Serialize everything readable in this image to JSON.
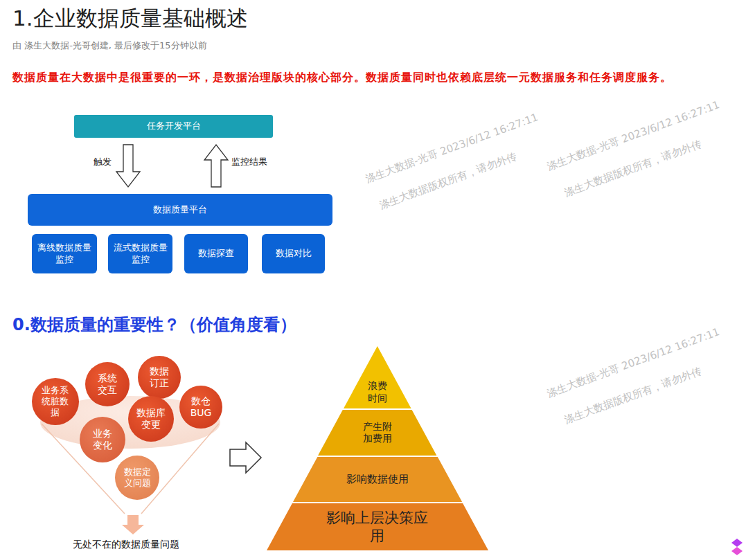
{
  "diagram": {
    "title": "1.企业数据质量基础概述",
    "nodes": [
      {
        "text": [
          "任务开发平台"
        ]
      },
      {
        "text": [
          "数据质量平台"
        ]
      },
      {
        "text": [
          "离线数据质量监控"
        ]
      },
      {
        "text": [
          "流式数据质量监控"
        ]
      },
      {
        "text": [
          "数据探查"
        ]
      },
      {
        "text": [
          "数据对比"
        ]
      },
      {
        "text": [
          "业务系统脏数据"
        ]
      },
      {
        "text": [
          "系统交互"
        ]
      },
      {
        "text": [
          "数据订正"
        ]
      },
      {
        "text": [
          "数仓 BUG"
        ]
      },
      {
        "text": [
          "业务变化"
        ]
      },
      {
        "text": [
          "数据库变更"
        ]
      },
      {
        "text": [
          "数据定义问题"
        ]
      },
      {
        "text": [
          "浪费时间"
        ]
      },
      {
        "text": [
          "产生附加费用"
        ]
      },
      {
        "text": [
          "影响数据使用"
        ]
      },
      {
        "text": [
          "影响上层决策应用"
        ]
      }
    ],
    "edges": [
      {
        "from": 0,
        "to": 1,
        "label": "触发",
        "arrow": "to"
      },
      {
        "from": 1,
        "to": 0,
        "label": "监控结果",
        "arrow": "to"
      }
    ],
    "labels": [
      "由 涤生大数据-光哥创建, 最后修改于15分钟以前",
      "数据质量在大数据中是很重要的一环，是数据治理版块的核心部分。数据质量同时也依赖底层统一元数据服务和任务调度服务。",
      "0.数据质量的重要性？（价值角度看）",
      "无处不在的数据质量问题",
      "涤生大数据-光哥 2023/6/12 16:27:11",
      "涤生大数据版权所有，请勿外传",
      "涤生大数据-光哥 2023/6/12 16:27:11",
      "涤生大数据版权所有，请勿外传",
      "涤生大数据-光哥 2023/6/12 16:27:11",
      "涤生大数据版权所有，请勿外传"
    ]
  }
}
